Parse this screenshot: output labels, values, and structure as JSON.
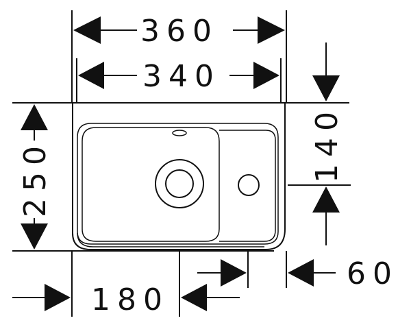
{
  "dimensions": {
    "overall_width": "360",
    "inner_width": "340",
    "overall_depth": "250",
    "tap_offset_vertical": "140",
    "drain_offset": "180",
    "edge_offset": "60"
  },
  "colors": {
    "ink": "#111111",
    "background": "#ffffff"
  }
}
